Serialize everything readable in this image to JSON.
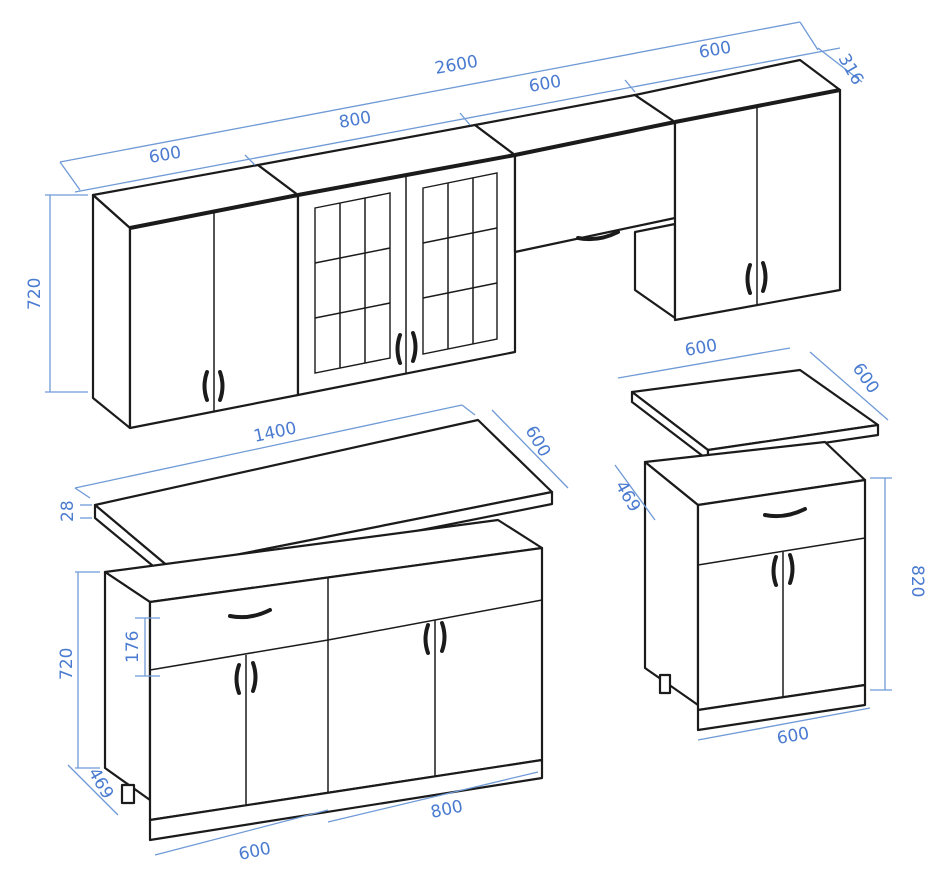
{
  "diagram": {
    "dimensions": {
      "total_width": "2600",
      "wall_left_width": "600",
      "wall_glass_width": "800",
      "wall_hood_width": "600",
      "wall_right_width": "600",
      "wall_depth": "316",
      "wall_height": "720",
      "counter_width": "1400",
      "counter_depth": "600",
      "counter_thickness": "28",
      "base_height": "720",
      "drawer_height": "176",
      "base_depth": "469",
      "base_left_width": "600",
      "base_mid_width": "800",
      "single_top_width": "600",
      "single_top_depth": "600",
      "single_depth": "469",
      "single_height": "820",
      "single_width": "600"
    }
  }
}
